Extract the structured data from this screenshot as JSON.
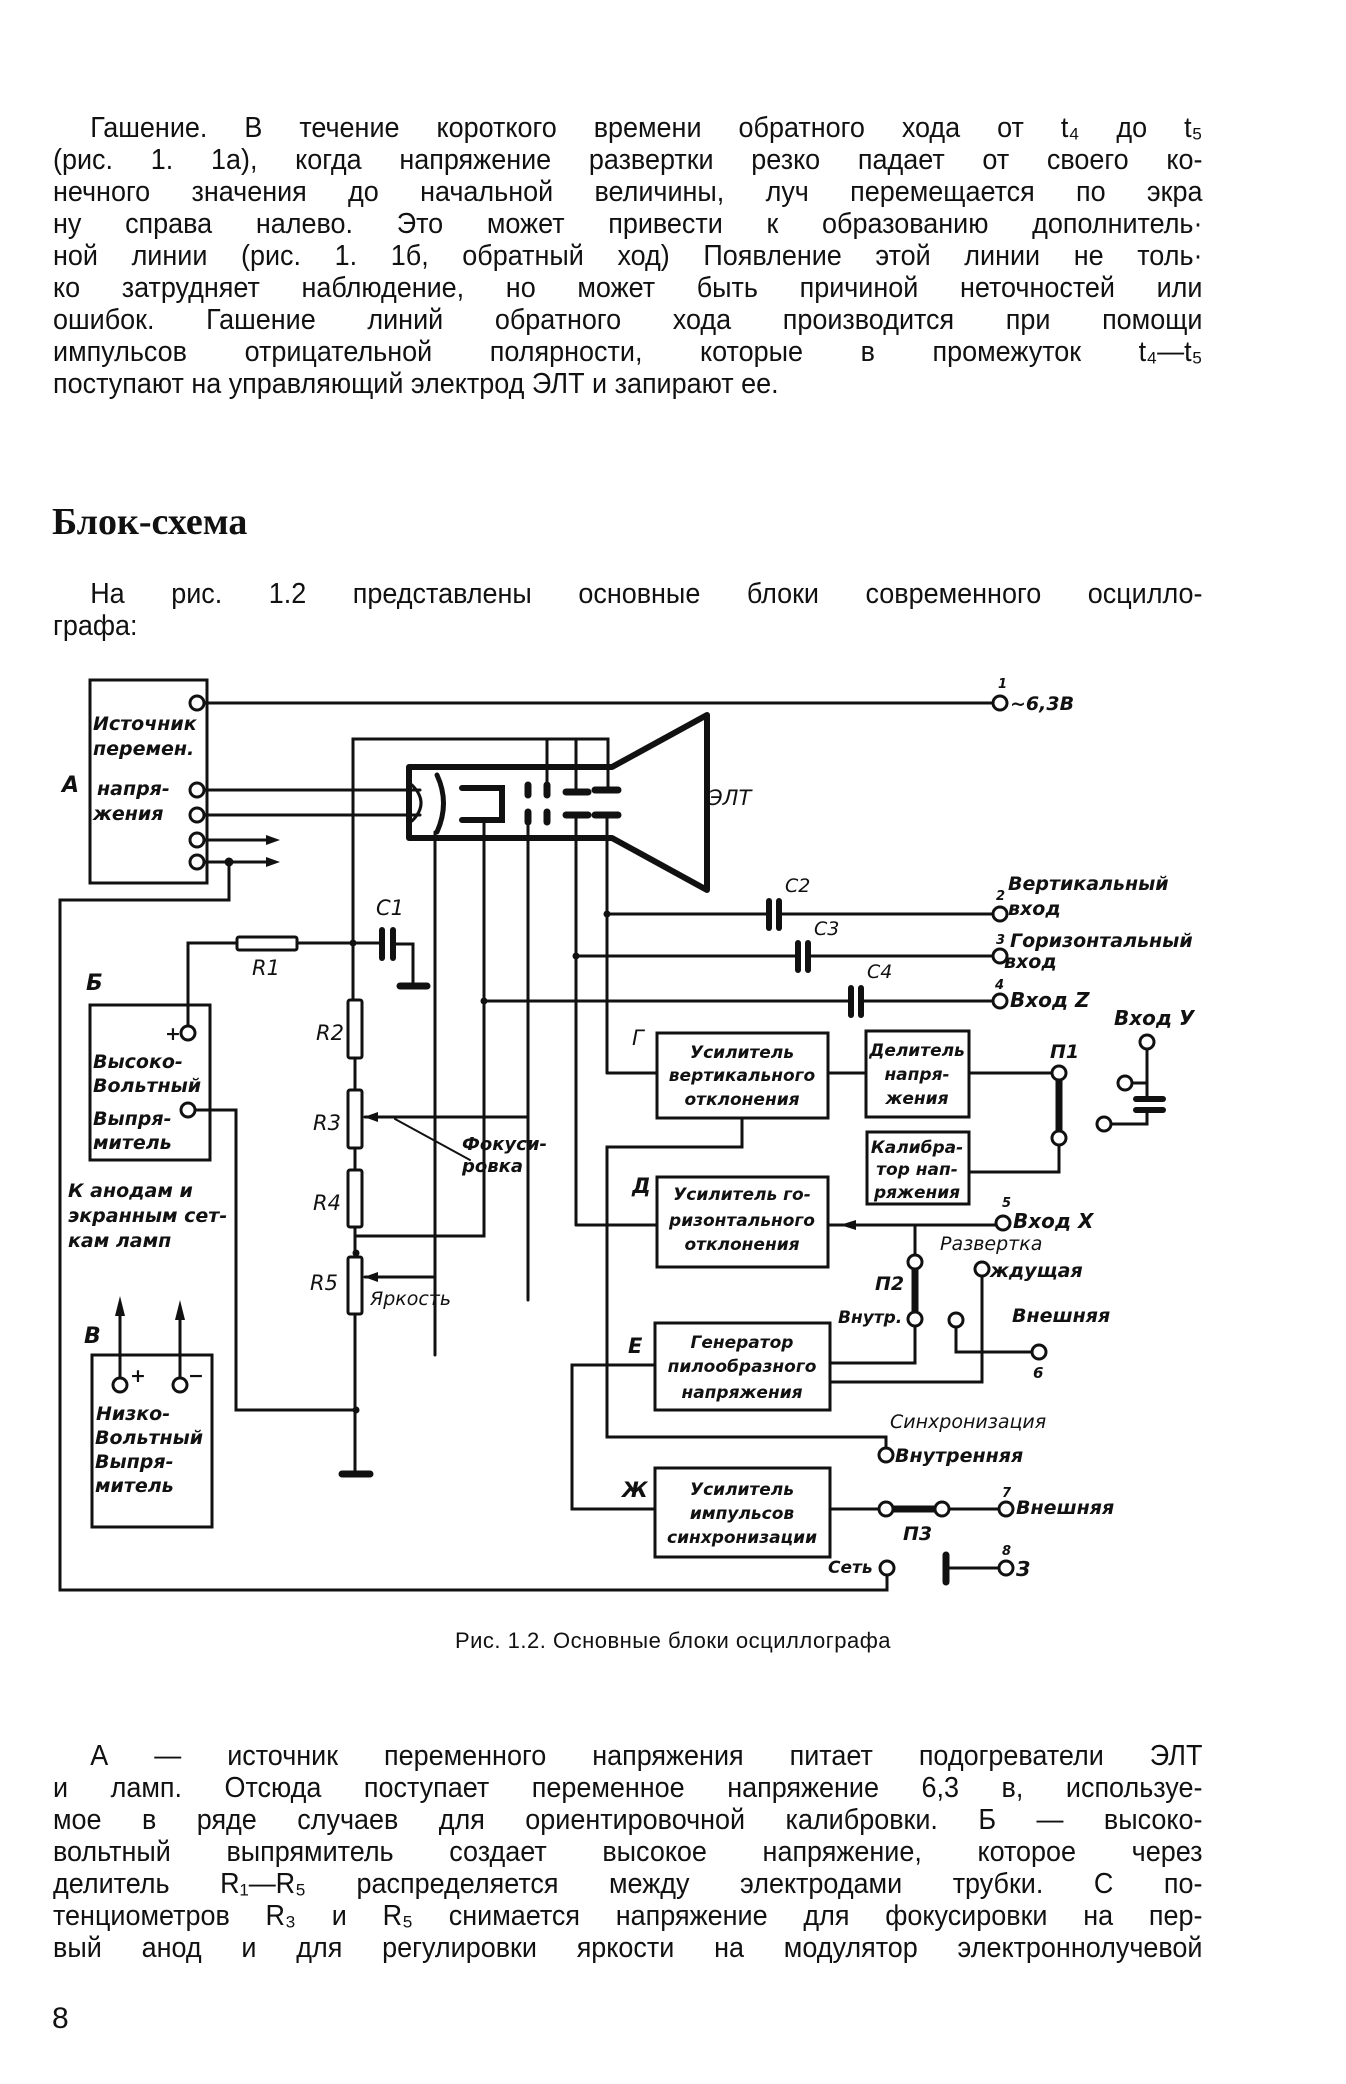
{
  "top_paragraph": {
    "lines": [
      "Гашение. В течение короткого времени обратного хода от t₄ до t₅",
      "(рис. 1. 1а), когда напряжение развертки резко падает от своего ко-",
      "нечного значения до начальной величины, луч перемещается по экра",
      "ну справа налево. Это может привести к образованию дополнитель·",
      "ной линии (рис. 1. 1б, обратный ход) Появление этой линии не толь·",
      "ко затрудняет наблюдение, но может быть причиной неточностей или",
      "ошибок. Гашение линий обратного хода производится при помощи",
      "импульсов отрицательной полярности, которые в промежуток t₄—t₅",
      "поступают на управляющий электрод ЭЛТ и запирают ее."
    ]
  },
  "heading": "Блок-схема",
  "intro_paragraph": {
    "lines": [
      "На рис. 1.2 представлены основные блоки современного осцилло-",
      "графа:"
    ]
  },
  "diagram": {
    "blocks": {
      "A": {
        "letter": "А",
        "lines": [
          "Источник",
          "перемен.",
          "напря-",
          "жения"
        ]
      },
      "B": {
        "letter": "Б",
        "lines": [
          "Высоко-",
          "Вольтный",
          "Выпря-",
          "митель"
        ]
      },
      "V": {
        "letter": "В",
        "lines": [
          "Низко-",
          "Вольтный",
          "Выпря-",
          "митель"
        ]
      },
      "G": {
        "letter": "Г",
        "lines": [
          "Усилитель",
          "вертикального",
          "отклонения"
        ]
      },
      "D": {
        "letter": "Д",
        "lines": [
          "Усилитель го-",
          "ризонтального",
          "отклонения"
        ]
      },
      "E": {
        "letter": "Е",
        "lines": [
          "Генератор",
          "пилообразного",
          "напряжения"
        ]
      },
      "Zh": {
        "letter": "Ж",
        "lines": [
          "Усилитель",
          "импульсов",
          "синхронизации"
        ]
      },
      "divider": {
        "lines": [
          "Делитель",
          "напря-",
          "жения"
        ]
      },
      "calibrator": {
        "lines": [
          "Калибра-",
          "тор нап-",
          "ряжения"
        ]
      }
    },
    "labels": {
      "crt": "ЭЛТ",
      "v63": "~6,3В",
      "t1": "1",
      "t2": "2",
      "t3": "3",
      "t4": "4",
      "t5": "5",
      "t6": "6",
      "t7": "7",
      "t8": "8",
      "vert_input": [
        "Вертикальный",
        "вход"
      ],
      "horiz_input": [
        "Горизонтальный",
        "вход"
      ],
      "input_z": "Вход Z",
      "input_y": "Вход У",
      "input_x": "Вход Х",
      "sweep": "Развертка",
      "waiting": "ждущая",
      "external": "Внешняя",
      "internal_short": "Внутр.",
      "sync": "Синхронизация",
      "internal": "Внутренняя",
      "external2": "Внешняя",
      "mains": "Сеть",
      "ground": "З",
      "focus": [
        "Фокуси-",
        "ровка"
      ],
      "brightness": "Яркость",
      "anodes": [
        "К анодам и",
        "экранным сет-",
        "кам ламп"
      ],
      "R1": "R1",
      "R2": "R2",
      "R3": "R3",
      "R4": "R4",
      "R5": "R5",
      "C1": "C1",
      "C2": "C2",
      "C3": "C3",
      "C4": "C4",
      "P1": "П1",
      "P2": "П2",
      "P3": "П3",
      "plus": "+",
      "minus": "−"
    }
  },
  "caption": "Рис. 1.2. Основные блоки осциллографа",
  "bottom_paragraph": {
    "lines": [
      "А — источник переменного напряжения питает подогреватели ЭЛТ",
      "и ламп. Отсюда поступает переменное напряжение 6,3 в, используе-",
      "мое в ряде случаев для ориентировочной калибровки. Б — высоко-",
      "вольтный выпрямитель создает высокое напряжение, которое через",
      "делитель R₁—R₅ распределяется между электродами трубки. С по-",
      "тенциометров R₃ и R₅ снимается напряжение для фокусировки на пер-",
      "вый анод и для регулировки яркости на модулятор электроннолучевой"
    ]
  },
  "page_number": "8"
}
